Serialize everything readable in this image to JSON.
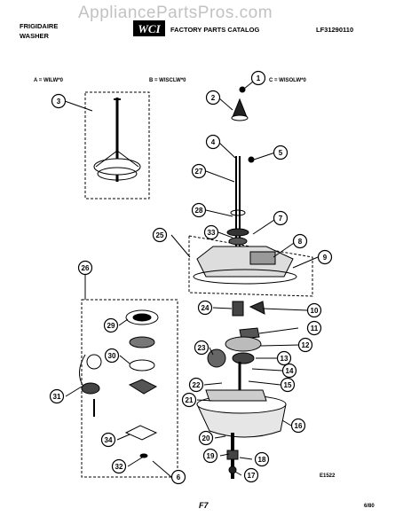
{
  "header": {
    "brand_line1": "FRIGIDAIRE",
    "brand_line2": "WASHER",
    "logo_text": "WCI",
    "catalog_title": "FACTORY PARTS CATALOG",
    "catalog_number": "LF31290110"
  },
  "watermark": "AppliancePartsPros.com",
  "models": {
    "a": "A = WILW*0",
    "b": "B = WISCLW*0",
    "c": "C = WISOLW*0"
  },
  "callouts": [
    "1",
    "2",
    "3",
    "4",
    "5",
    "27",
    "28",
    "7",
    "33",
    "8",
    "25",
    "9",
    "24",
    "10",
    "11",
    "26",
    "29",
    "12",
    "23",
    "13",
    "30",
    "14",
    "15",
    "22",
    "21",
    "31",
    "16",
    "34",
    "20",
    "19",
    "18",
    "32",
    "6",
    "17"
  ],
  "footer": {
    "page_label": "F7",
    "diagram_code": "E1522",
    "date": "6/80"
  }
}
